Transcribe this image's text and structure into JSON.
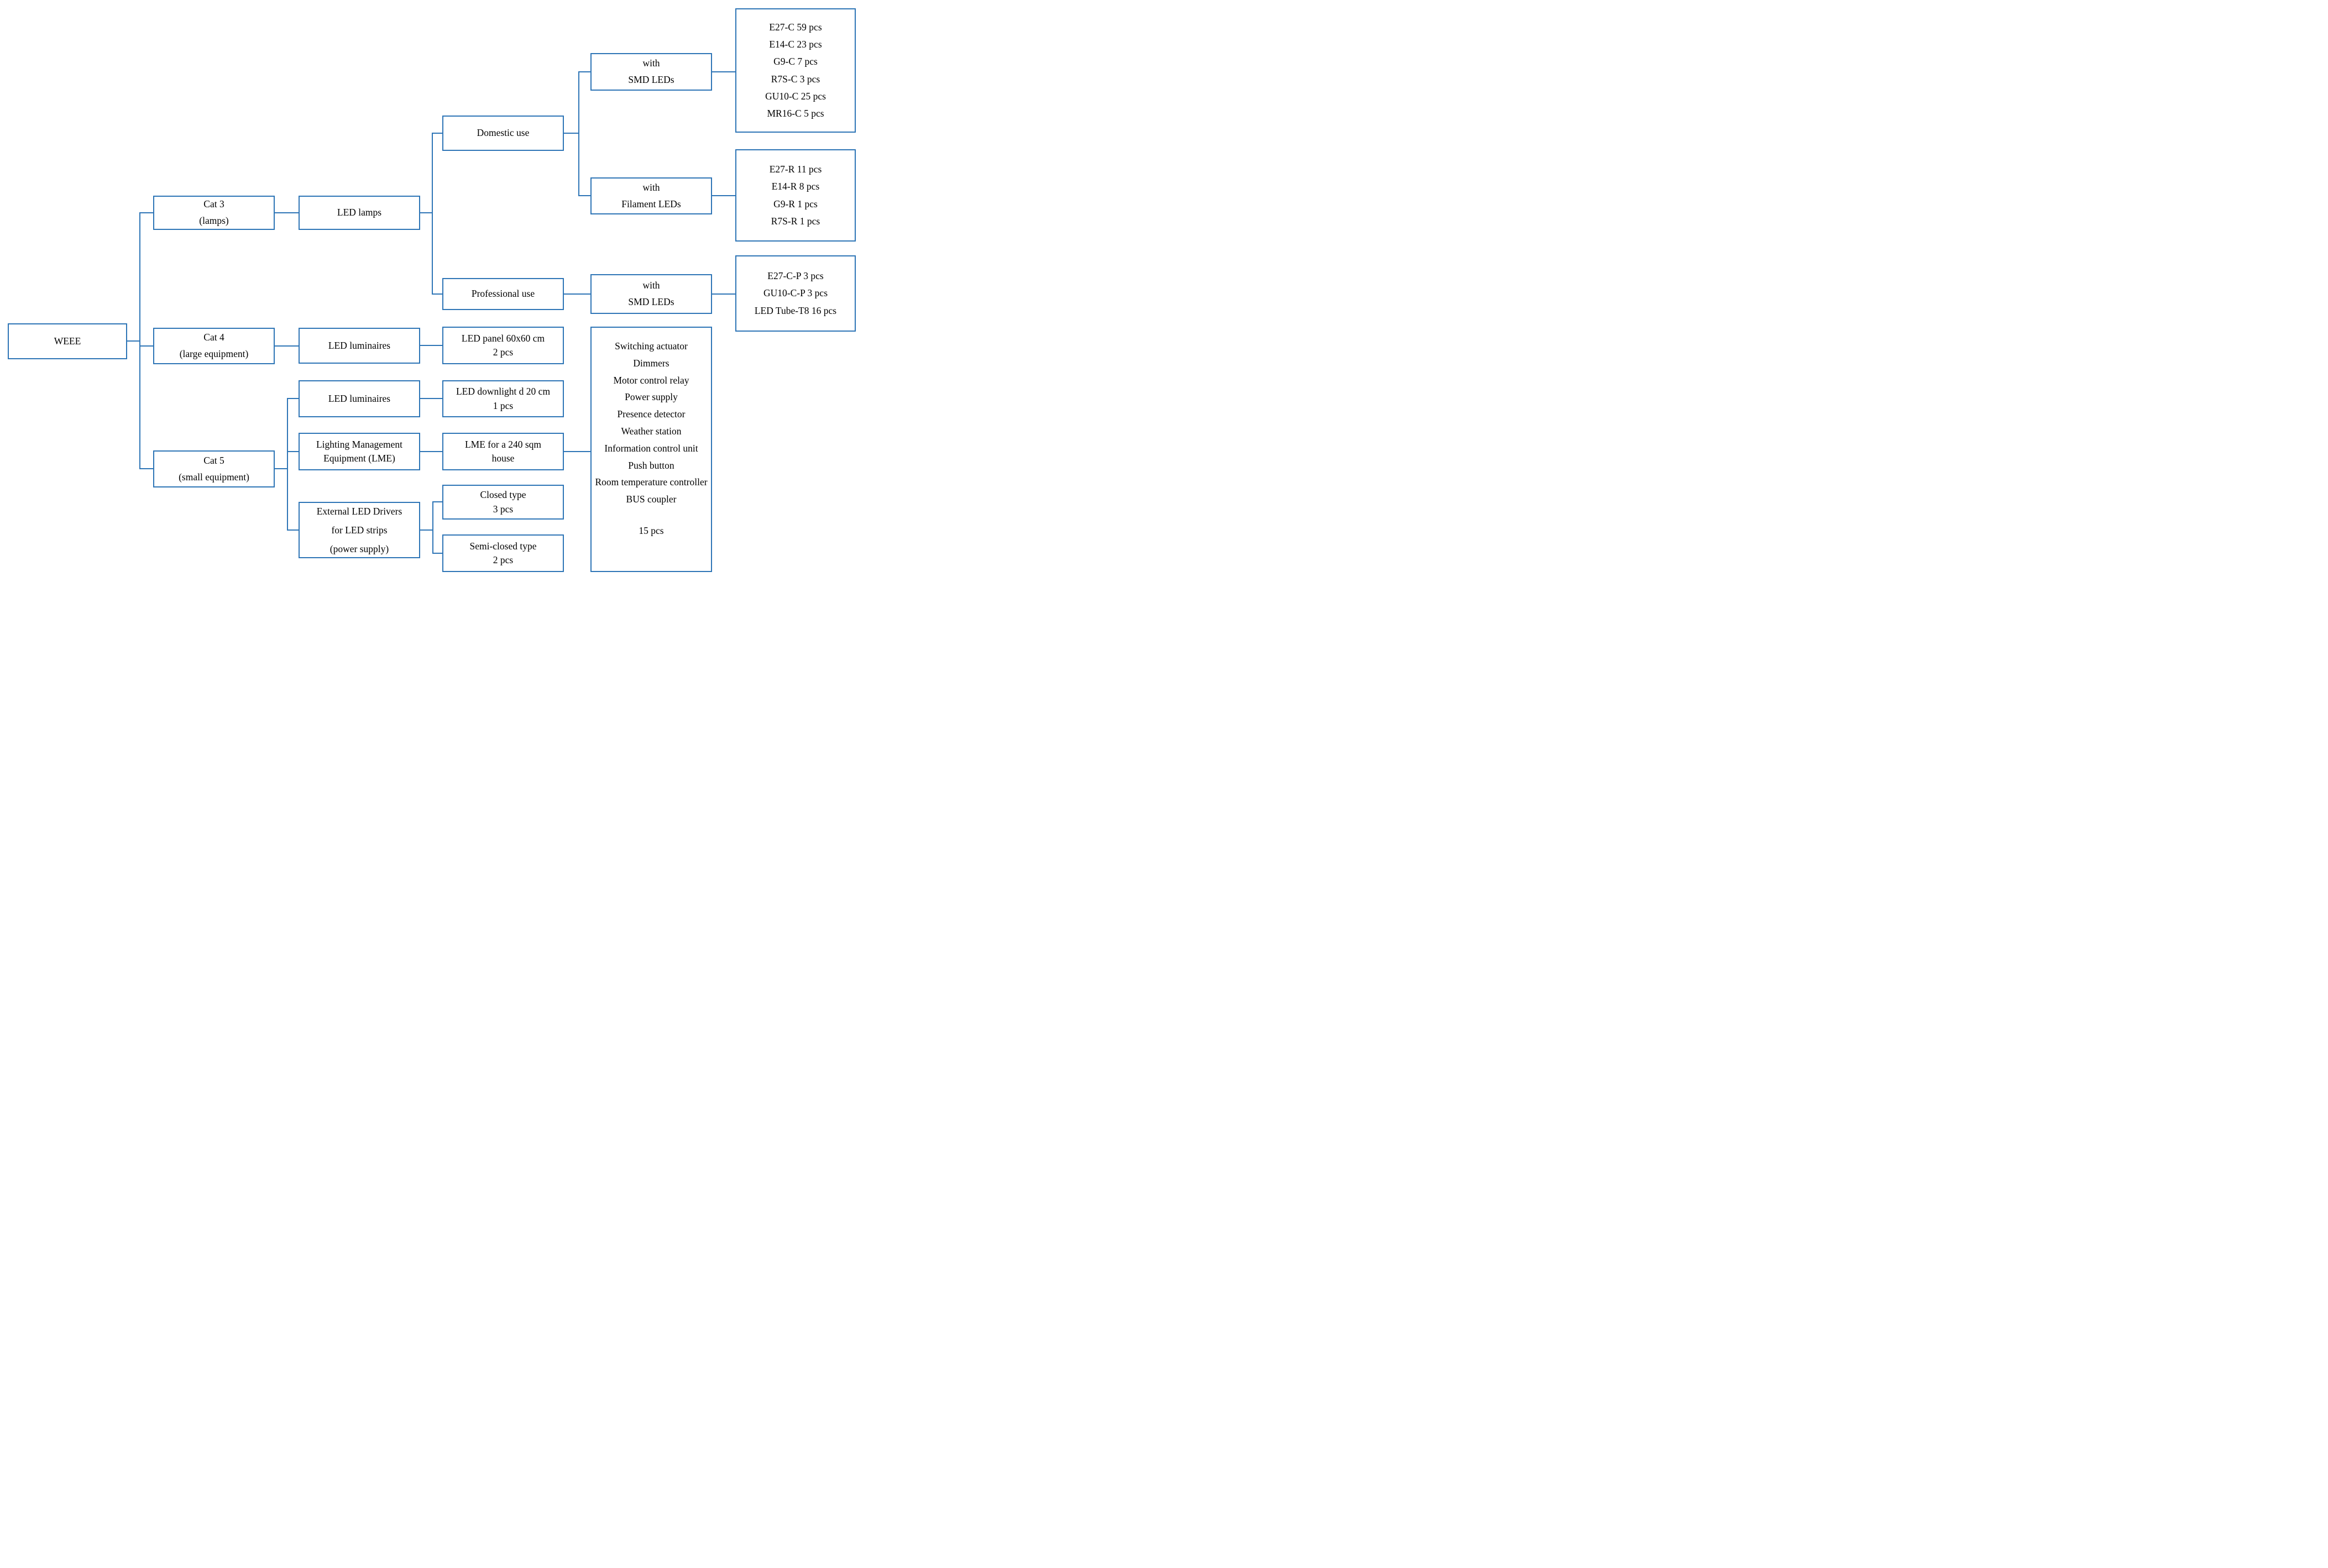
{
  "colors": {
    "line": "#2E75B6",
    "text": "#000000",
    "background": "#FFFFFF"
  },
  "nodes": {
    "weee": {
      "label": "WEEE"
    },
    "cat3": {
      "line1": "Cat 3",
      "line2": "(lamps)"
    },
    "led_lamps": {
      "label": "LED lamps"
    },
    "domestic": {
      "label": "Domestic use"
    },
    "smd_domestic": {
      "line1": "with",
      "line2": "SMD LEDs"
    },
    "smd_domestic_items": [
      "E27-C 59 pcs",
      "E14-C 23 pcs",
      "G9-C 7 pcs",
      "R7S-C 3 pcs",
      "GU10-C 25 pcs",
      "MR16-C 5 pcs"
    ],
    "filament": {
      "line1": "with",
      "line2": "Filament LEDs"
    },
    "filament_items": [
      "E27-R 11 pcs",
      "E14-R 8 pcs",
      "G9-R 1 pcs",
      "R7S-R 1 pcs"
    ],
    "professional": {
      "label": "Professional use"
    },
    "smd_professional": {
      "line1": "with",
      "line2": "SMD LEDs"
    },
    "smd_professional_items": [
      "E27-C-P 3 pcs",
      "GU10-C-P 3 pcs",
      "LED Tube-T8 16 pcs"
    ],
    "cat4": {
      "line1": "Cat 4",
      "line2": "(large equipment)"
    },
    "led_luminaires_cat4": {
      "label": "LED luminaires"
    },
    "led_panel": {
      "line1": "LED panel 60x60 cm",
      "line2": "2 pcs"
    },
    "led_luminaires_cat5": {
      "label": "LED luminaires"
    },
    "led_downlight": {
      "line1": "LED downlight d 20 cm",
      "line2": "1 pcs"
    },
    "cat5": {
      "line1": "Cat 5",
      "line2": "(small equipment)"
    },
    "lme": {
      "line1": "Lighting Management",
      "line2": "Equipment (LME)"
    },
    "lme_house": {
      "line1": "LME for a 240 sqm",
      "line2": "house"
    },
    "ext_drivers": {
      "line1": "External LED Drivers",
      "line2": "for LED strips",
      "line3": "(power supply)"
    },
    "closed_type": {
      "line1": "Closed type",
      "line2": "3 pcs"
    },
    "semi_closed_type": {
      "line1": "Semi-closed type",
      "line2": "2 pcs"
    },
    "lme_components": {
      "items": [
        "Switching actuator",
        "Dimmers",
        "Motor control relay",
        "Power supply",
        "Presence detector",
        "Weather station",
        "Information control unit",
        "Push button",
        "Room temperature controller",
        "BUS coupler"
      ],
      "count": "15 pcs"
    }
  }
}
